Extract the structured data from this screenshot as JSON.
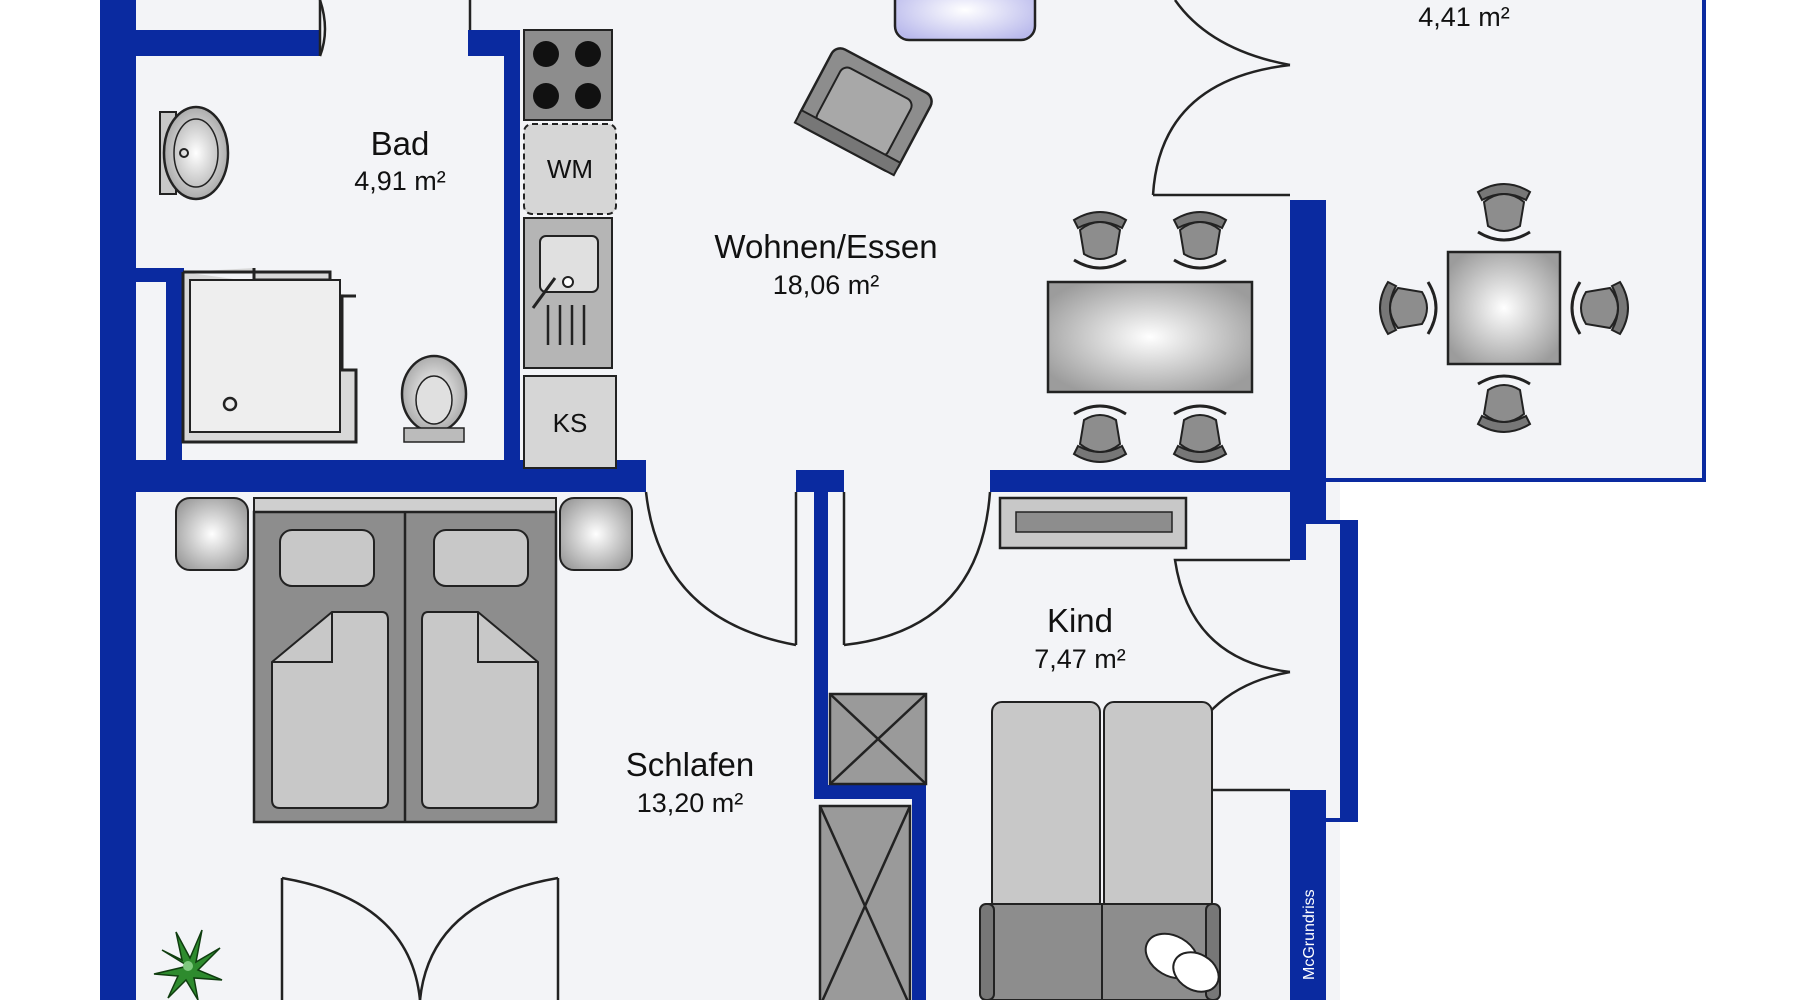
{
  "colors": {
    "wall": "#0a2aa0",
    "floor": "#f3f4f7",
    "furniture": "#8d8d8d",
    "furniture_light": "#c8c8c8",
    "line": "#222222",
    "plant": "#2e8b2e"
  },
  "rooms": {
    "bad": {
      "name": "Bad",
      "area": "4,91 m²"
    },
    "wohnen": {
      "name": "Wohnen/Essen",
      "area": "18,06 m²"
    },
    "balkon": {
      "area": "4,41 m²"
    },
    "schlafen": {
      "name": "Schlafen",
      "area": "13,20 m²"
    },
    "kind": {
      "name": "Kind",
      "area": "7,47 m²"
    }
  },
  "appliances": {
    "washer": "WM",
    "fridge": "KS"
  },
  "signature": "McGrundriss",
  "icons": [
    "stove-icon",
    "sink-icon",
    "toilet-icon",
    "shower-icon",
    "armchair-icon",
    "chair-icon",
    "double-bed-icon",
    "plant-icon",
    "sofa-icon",
    "cabinet-icon"
  ]
}
